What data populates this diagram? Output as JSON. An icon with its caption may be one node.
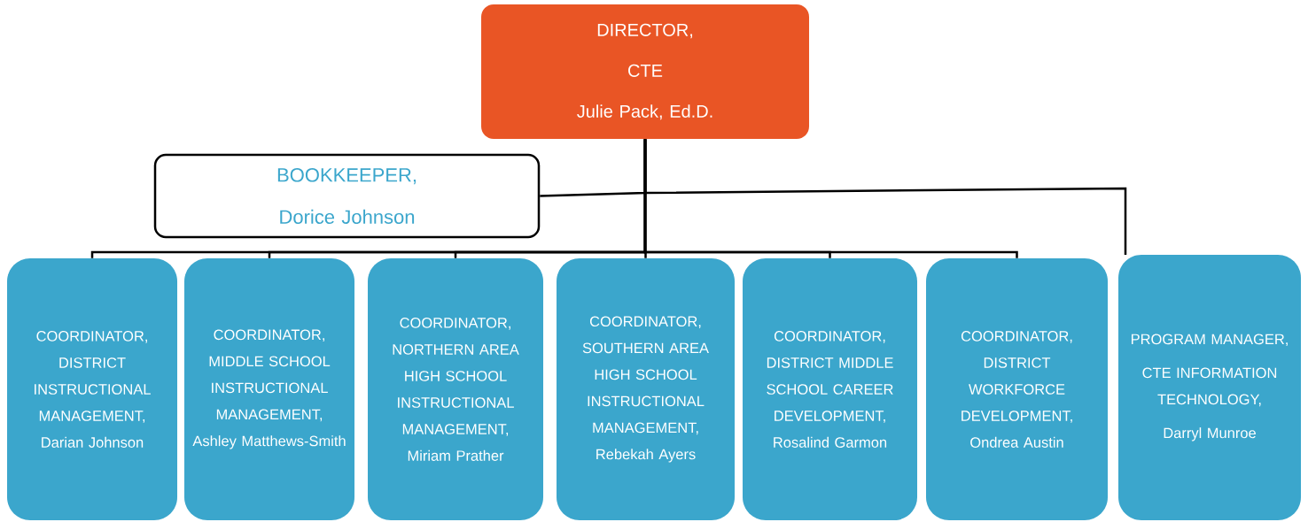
{
  "diagram": {
    "nodes": [
      {
        "text": [
          "DIRECTOR,",
          "CTE",
          "Julie Pack, Ed.D."
        ]
      },
      {
        "text": [
          "BOOKKEEPER,",
          "Dorice Johnson"
        ]
      },
      {
        "text": [
          "COORDINATOR, DISTRICT INSTRUCTIONAL MANAGEMENT, Darian Johnson"
        ]
      },
      {
        "text": [
          "COORDINATOR, MIDDLE SCHOOL INSTRUCTIONAL MANAGEMENT, Ashley Matthews-Smith"
        ]
      },
      {
        "text": [
          "COORDINATOR, NORTHERN AREA HIGH SCHOOL INSTRUCTIONAL MANAGEMENT, Miriam Prather"
        ]
      },
      {
        "text": [
          "COORDINATOR, SOUTHERN AREA HIGH SCHOOL INSTRUCTIONAL MANAGEMENT, Rebekah Ayers"
        ]
      },
      {
        "text": [
          "COORDINATOR, DISTRICT MIDDLE SCHOOL CAREER DEVELOPMENT, Rosalind Garmon"
        ]
      },
      {
        "text": [
          "COORDINATOR, DISTRICT WORKFORCE DEVELOPMENT, Ondrea Austin"
        ]
      },
      {
        "text": [
          "PROGRAM MANAGER,",
          "CTE INFORMATION TECHNOLOGY,",
          "Darryl Munroe"
        ]
      }
    ],
    "edges": [
      {
        "from": 0,
        "to": 1,
        "arrow": "none"
      },
      {
        "from": 0,
        "to": 8,
        "arrow": "none"
      },
      {
        "from": 0,
        "to": 2,
        "arrow": "none"
      },
      {
        "from": 0,
        "to": 3,
        "arrow": "none"
      },
      {
        "from": 0,
        "to": 4,
        "arrow": "none"
      },
      {
        "from": 0,
        "to": 5,
        "arrow": "none"
      },
      {
        "from": 0,
        "to": 6,
        "arrow": "none"
      },
      {
        "from": 0,
        "to": 7,
        "arrow": "none"
      }
    ]
  }
}
